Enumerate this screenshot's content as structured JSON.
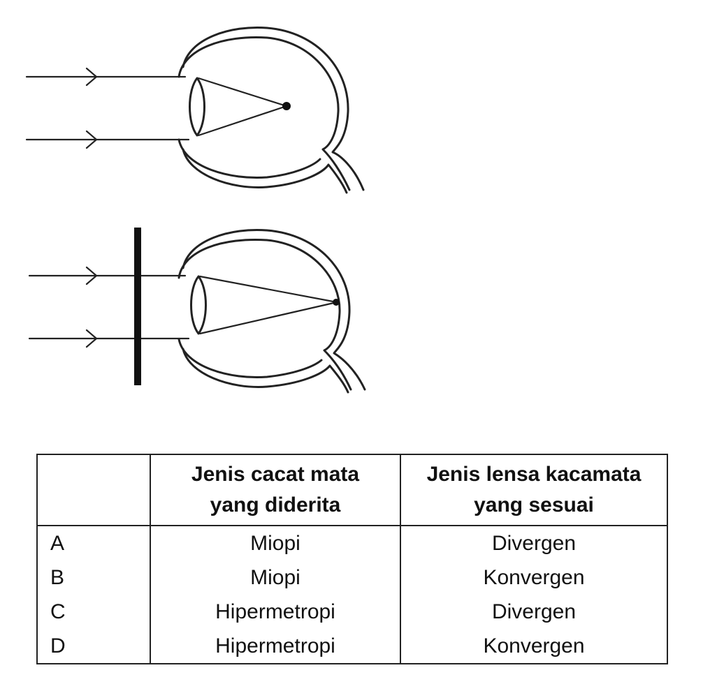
{
  "diagrams": {
    "top": {
      "icon": "eye-myopia-icon"
    },
    "bottom": {
      "icon": "eye-corrected-with-lens-icon"
    }
  },
  "table": {
    "headers": [
      "",
      "Jenis cacat mata yang diderita",
      "Jenis lensa kacamata yang sesuai"
    ],
    "rows": [
      {
        "option": "A",
        "defect": "Miopi",
        "lens": "Divergen"
      },
      {
        "option": "B",
        "defect": "Miopi",
        "lens": "Konvergen"
      },
      {
        "option": "C",
        "defect": "Hipermetropi",
        "lens": "Divergen"
      },
      {
        "option": "D",
        "defect": "Hipermetropi",
        "lens": "Konvergen"
      }
    ]
  }
}
